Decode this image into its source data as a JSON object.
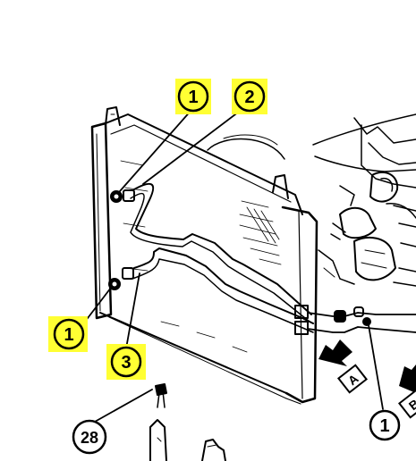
{
  "diagram": {
    "callouts": [
      {
        "id": "c1-top",
        "label": "1",
        "highlight": true
      },
      {
        "id": "c2-top",
        "label": "2",
        "highlight": true
      },
      {
        "id": "c1-left",
        "label": "1",
        "highlight": true
      },
      {
        "id": "c3-bottom",
        "label": "3",
        "highlight": true
      },
      {
        "id": "c28",
        "label": "28",
        "highlight": false
      },
      {
        "id": "c1-right",
        "label": "1",
        "highlight": false
      }
    ],
    "view_arrows": [
      {
        "id": "view-a",
        "label": "A"
      },
      {
        "id": "view-b",
        "label": "B"
      }
    ],
    "colors": {
      "line": "#000000",
      "highlight": "#ffff33",
      "background": "#ffffff"
    }
  }
}
